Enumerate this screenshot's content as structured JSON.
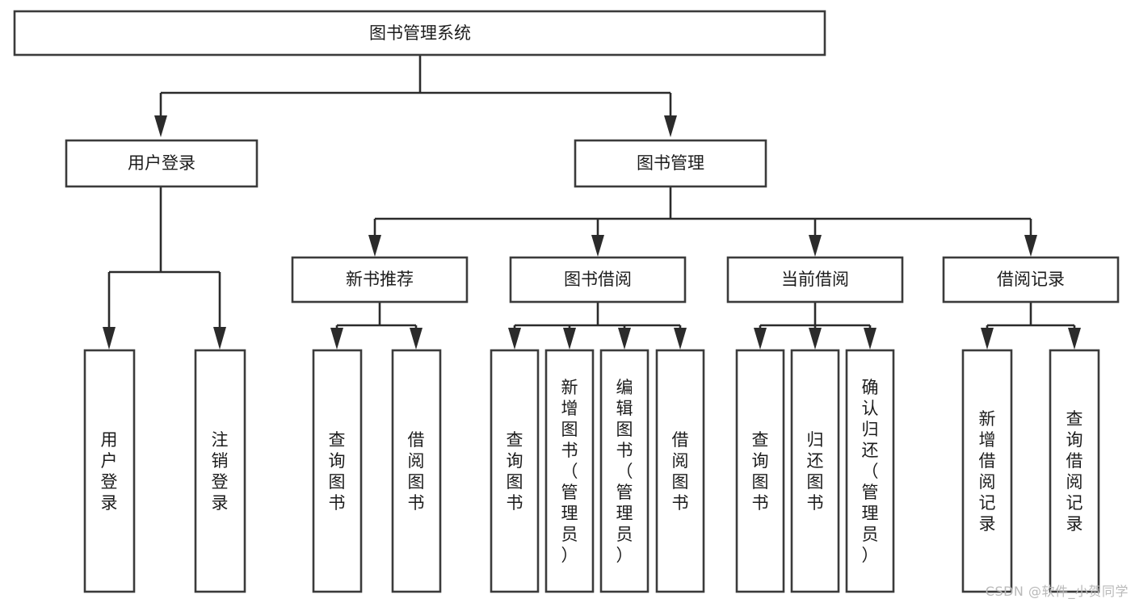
{
  "diagram": {
    "type": "tree",
    "title": "图书管理系统",
    "orientation": "top-down",
    "background_color": "#ffffff",
    "box_stroke_color": "#3b3b3b",
    "connector_color": "#2b2b2b",
    "text_color": "#1c1c1c"
  },
  "root": {
    "label": "图书管理系统"
  },
  "level2": {
    "user_login": {
      "label": "用户登录"
    },
    "book_manage": {
      "label": "图书管理"
    }
  },
  "level3": {
    "new_book_rec": {
      "label": "新书推荐"
    },
    "book_borrow": {
      "label": "图书借阅"
    },
    "current_borrow": {
      "label": "当前借阅"
    },
    "borrow_record": {
      "label": "借阅记录"
    }
  },
  "leaves": {
    "user_login": [
      {
        "label": "用户登录"
      },
      {
        "label": "注销登录"
      }
    ],
    "new_book_rec": [
      {
        "label": "查询图书"
      },
      {
        "label": "借阅图书"
      }
    ],
    "book_borrow": [
      {
        "label": "查询图书"
      },
      {
        "label": "新增图书（管理员）"
      },
      {
        "label": "编辑图书（管理员）"
      },
      {
        "label": "借阅图书"
      }
    ],
    "current_borrow": [
      {
        "label": "查询图书"
      },
      {
        "label": "归还图书"
      },
      {
        "label": "确认归还（管理员）"
      }
    ],
    "borrow_record": [
      {
        "label": "新增借阅记录"
      },
      {
        "label": "查询借阅记录"
      }
    ]
  },
  "watermark": {
    "text": "CSDN @软件_小贺同学"
  }
}
